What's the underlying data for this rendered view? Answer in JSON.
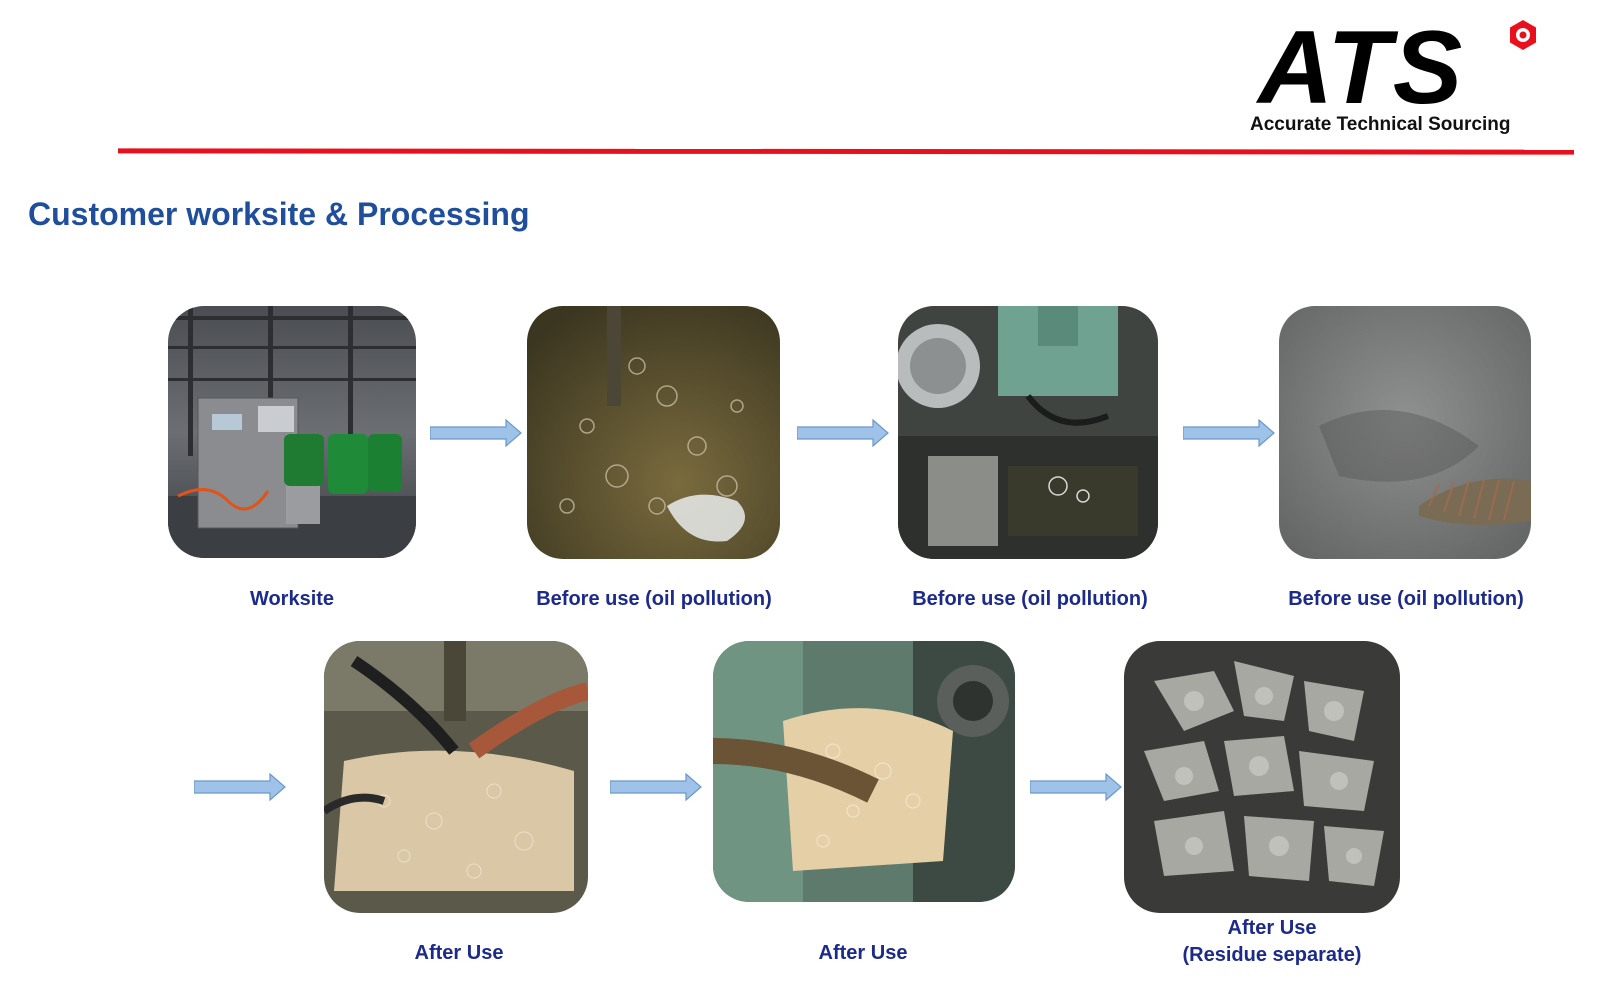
{
  "brand": {
    "letters": "ATS",
    "tagline": "Accurate Technical Sourcing",
    "accent_color": "#e8101c"
  },
  "title": "Customer worksite & Processing",
  "title_color": "#1f4e9c",
  "steps_row1": [
    {
      "caption": "Worksite"
    },
    {
      "caption": "Before use (oil pollution)"
    },
    {
      "caption": "Before use (oil pollution)"
    },
    {
      "caption": "Before use (oil pollution)"
    }
  ],
  "steps_row2": [
    {
      "caption": "After Use"
    },
    {
      "caption": "After Use"
    },
    {
      "caption_line1": "After Use",
      "caption_line2": "(Residue separate)"
    }
  ],
  "arrow_icon": "right-arrow-icon",
  "arrow_color": "#9fc3e8"
}
